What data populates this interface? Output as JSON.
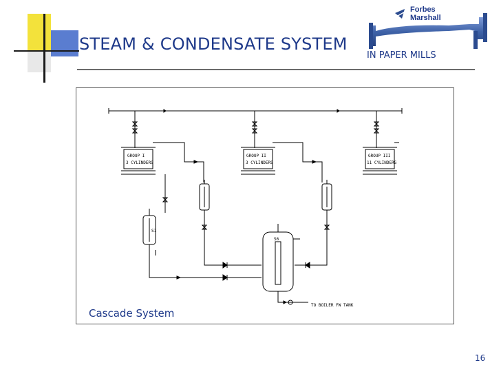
{
  "slide": {
    "title": "STEAM & CONDENSATE SYSTEM",
    "subtitle": "IN PAPER MILLS",
    "caption": "Cascade System",
    "page_number": "16"
  },
  "logo": {
    "line1": "Forbes",
    "line2": "Marshall"
  },
  "diagram": {
    "groups": [
      {
        "label": "GROUP I",
        "sublabel": "3 CYLINDERS"
      },
      {
        "label": "GROUP II",
        "sublabel": "3 CYLINDERS"
      },
      {
        "label": "GROUP III",
        "sublabel": "11 CYLINDERS"
      }
    ],
    "flash_vessel_label": "S1",
    "separator_label": "S6",
    "outlet_label": "TO BOILER FW TANK"
  },
  "colors": {
    "text": "#1f3a8a",
    "decor_yellow": "#f3e23b",
    "decor_blue": "#4a6fc7",
    "pipe_blue": "#3f63a8"
  }
}
